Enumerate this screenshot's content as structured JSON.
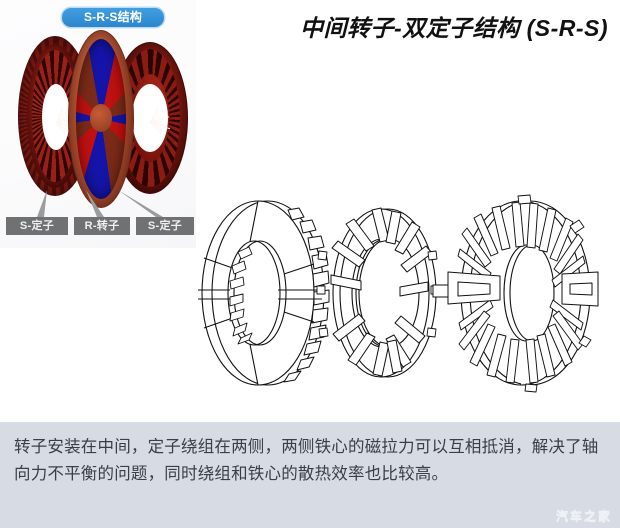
{
  "title": "中间转子-双定子结构 (S-R-S)",
  "inset": {
    "badge": "S-R-S结构",
    "labels": [
      {
        "id": "stator-left",
        "text": "S-定子"
      },
      {
        "id": "rotor-middle",
        "text": "R-转子"
      },
      {
        "id": "stator-right",
        "text": "S-定子"
      }
    ]
  },
  "components": [
    {
      "id": "stator-left-lineart",
      "name": "stator-disc-left"
    },
    {
      "id": "rotor-lineart",
      "name": "rotor-disc-middle"
    },
    {
      "id": "stator-right-lineart",
      "name": "stator-disc-right"
    }
  ],
  "caption": {
    "text": "转子安装在中间，定子绕组在两侧，两侧铁心的磁拉力可以互相抵消，解决了轴向力不平衡的问题，同时绕组和铁心的散热效率也比较高。",
    "watermark": "汽车之家"
  },
  "colors": {
    "badge_blue": "#2d86cc",
    "label_gray": "#6f7173",
    "caption_bg": "#d7dce4",
    "caption_text": "#3a3f45",
    "magnet_blue": "#1414a8",
    "magnet_red": "#c01010",
    "iron_dark_red": "#5f0f0c"
  }
}
